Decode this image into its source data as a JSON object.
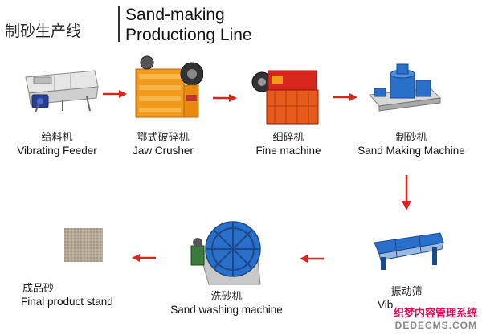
{
  "title": {
    "cn": "制砂生产线",
    "en_line1": "Sand-making",
    "en_line2": "Productiong Line"
  },
  "steps": [
    {
      "cn": "给料机",
      "en": "Vibrating Feeder"
    },
    {
      "cn": "鄂式破碎机",
      "en": "Jaw Crusher"
    },
    {
      "cn": "细碎机",
      "en": "Fine machine"
    },
    {
      "cn": "制砂机",
      "en": "Sand Making Machine"
    },
    {
      "cn": "振动筛",
      "en": "Vib"
    },
    {
      "cn": "洗砂机",
      "en": "Sand washing machine"
    },
    {
      "cn": "成品砂",
      "en": "Final product stand"
    }
  ],
  "watermark": {
    "line1": "织梦内容管理系统",
    "line2": "DEDECMS.COM"
  },
  "colors": {
    "arrow": "#d9261c",
    "machine_orange": "#f29a1c",
    "machine_blue": "#2a6fc9"
  }
}
